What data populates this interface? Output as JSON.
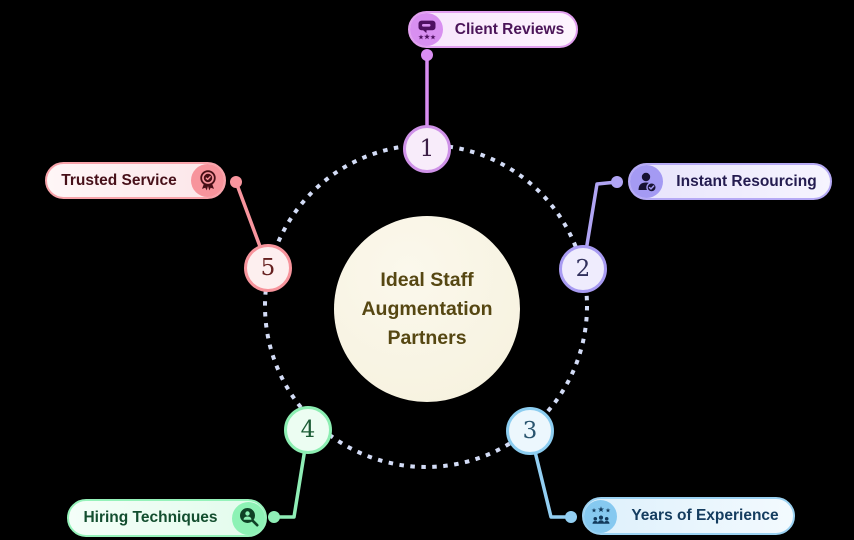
{
  "background_color": "#000000",
  "center": {
    "lines": {
      "0": "Ideal Staff",
      "1": "Augmentation",
      "2": "Partners"
    },
    "bg_color": "#f8f4e6",
    "text_color": "#564712"
  },
  "ring": {
    "style": "dashed",
    "color": "#d3dcf6"
  },
  "items": [
    {
      "number": "1",
      "label": "Client Reviews",
      "icon": "review-stars-icon",
      "position": "top",
      "accent": "#d88ff0",
      "pill_bg": "#faeefc",
      "pill_border": "#e2a0f0",
      "label_color": "#4b1559",
      "node_fill": "#f8ecfa",
      "node_border": "#cf92e8",
      "icon_side": "left"
    },
    {
      "number": "2",
      "label": "Instant Resourcing",
      "icon": "person-check-icon",
      "position": "right",
      "accent": "#a49af3",
      "pill_bg": "#edeafd",
      "pill_border": "#b6aaf5",
      "label_color": "#241c50",
      "node_fill": "#efecfd",
      "node_border": "#a89bf2",
      "icon_side": "left"
    },
    {
      "number": "3",
      "label": "Years of Experience",
      "icon": "team-stars-icon",
      "position": "bottom-right",
      "accent": "#86c9f0",
      "pill_bg": "#e9f5fd",
      "pill_border": "#9bd2f2",
      "label_color": "#153d60",
      "node_fill": "#ecf7fd",
      "node_border": "#8ccdf0",
      "icon_side": "left"
    },
    {
      "number": "4",
      "label": "Hiring Techniques",
      "icon": "candidate-search-icon",
      "position": "bottom-left",
      "accent": "#8df2b5",
      "pill_bg": "#ebfdf1",
      "pill_border": "#96f2ba",
      "label_color": "#134e2f",
      "node_fill": "#ecfdf2",
      "node_border": "#8ceeb2",
      "icon_side": "right"
    },
    {
      "number": "5",
      "label": "Trusted Service",
      "icon": "award-badge-icon",
      "position": "left",
      "accent": "#f7949c",
      "pill_bg": "#fdeef0",
      "pill_border": "#f8a3aa",
      "label_color": "#471019",
      "node_fill": "#fdefef",
      "node_border": "#f7949c",
      "icon_side": "right"
    }
  ]
}
